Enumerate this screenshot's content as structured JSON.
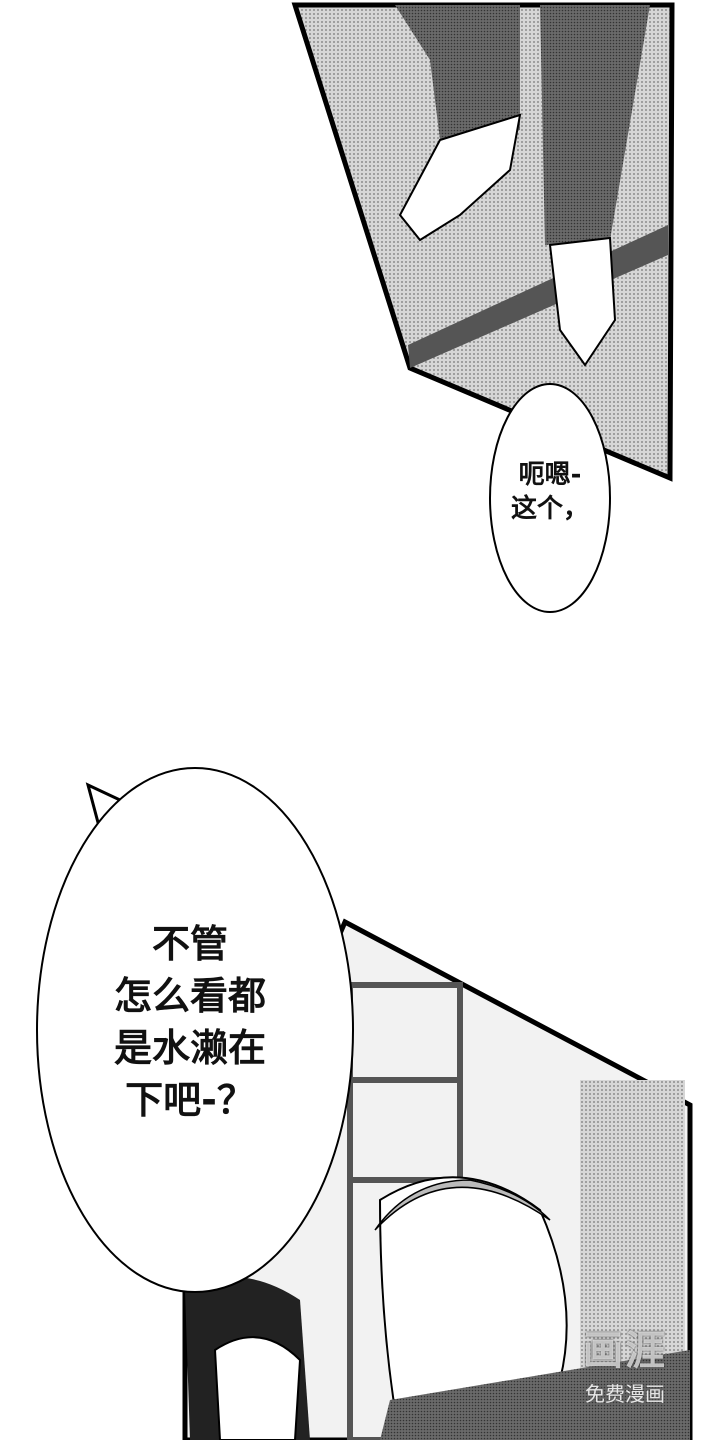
{
  "panels": [
    {
      "speech": [
        "呃嗯-",
        "这个，"
      ]
    },
    {
      "speech": [
        "不管",
        "怎么看都",
        "是水濑在",
        "下吧-？"
      ]
    }
  ],
  "watermark": {
    "logo": "画涯",
    "tagline": "免费漫画"
  }
}
